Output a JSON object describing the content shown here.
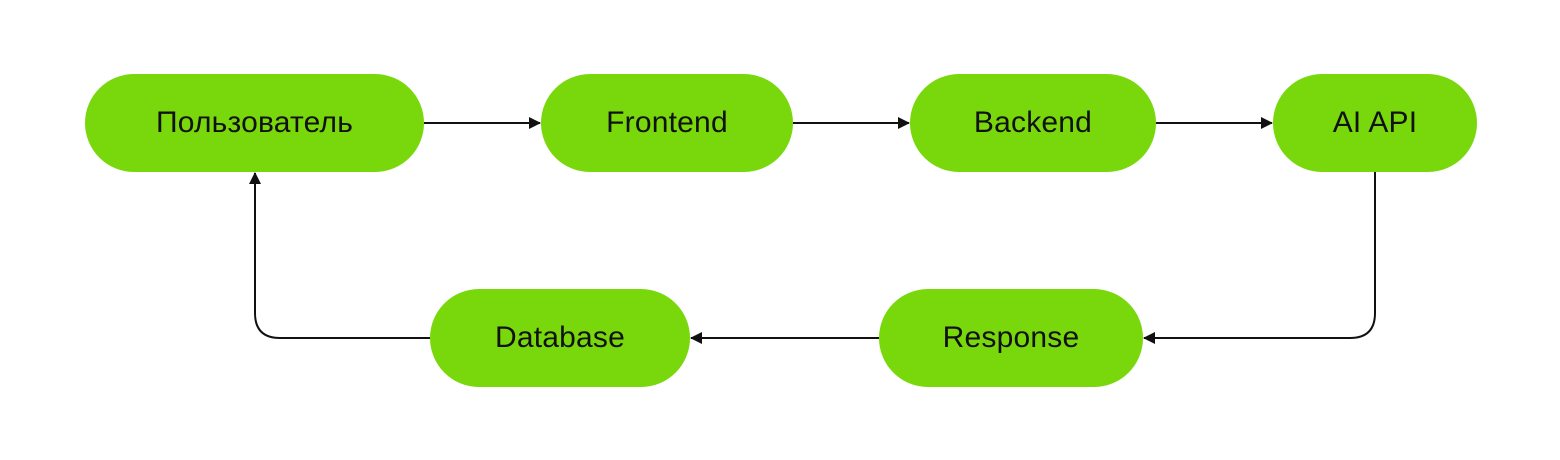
{
  "colors": {
    "node_fill": "#78d80c",
    "edge": "#111111",
    "text": "#111111"
  },
  "nodes": {
    "user": "Пользователь",
    "frontend": "Frontend",
    "backend": "Backend",
    "ai_api": "AI API",
    "response": "Response",
    "database": "Database"
  },
  "edges": [
    {
      "from": "user",
      "to": "frontend"
    },
    {
      "from": "frontend",
      "to": "backend"
    },
    {
      "from": "backend",
      "to": "ai_api"
    },
    {
      "from": "ai_api",
      "to": "response"
    },
    {
      "from": "response",
      "to": "database"
    },
    {
      "from": "database",
      "to": "user"
    }
  ]
}
